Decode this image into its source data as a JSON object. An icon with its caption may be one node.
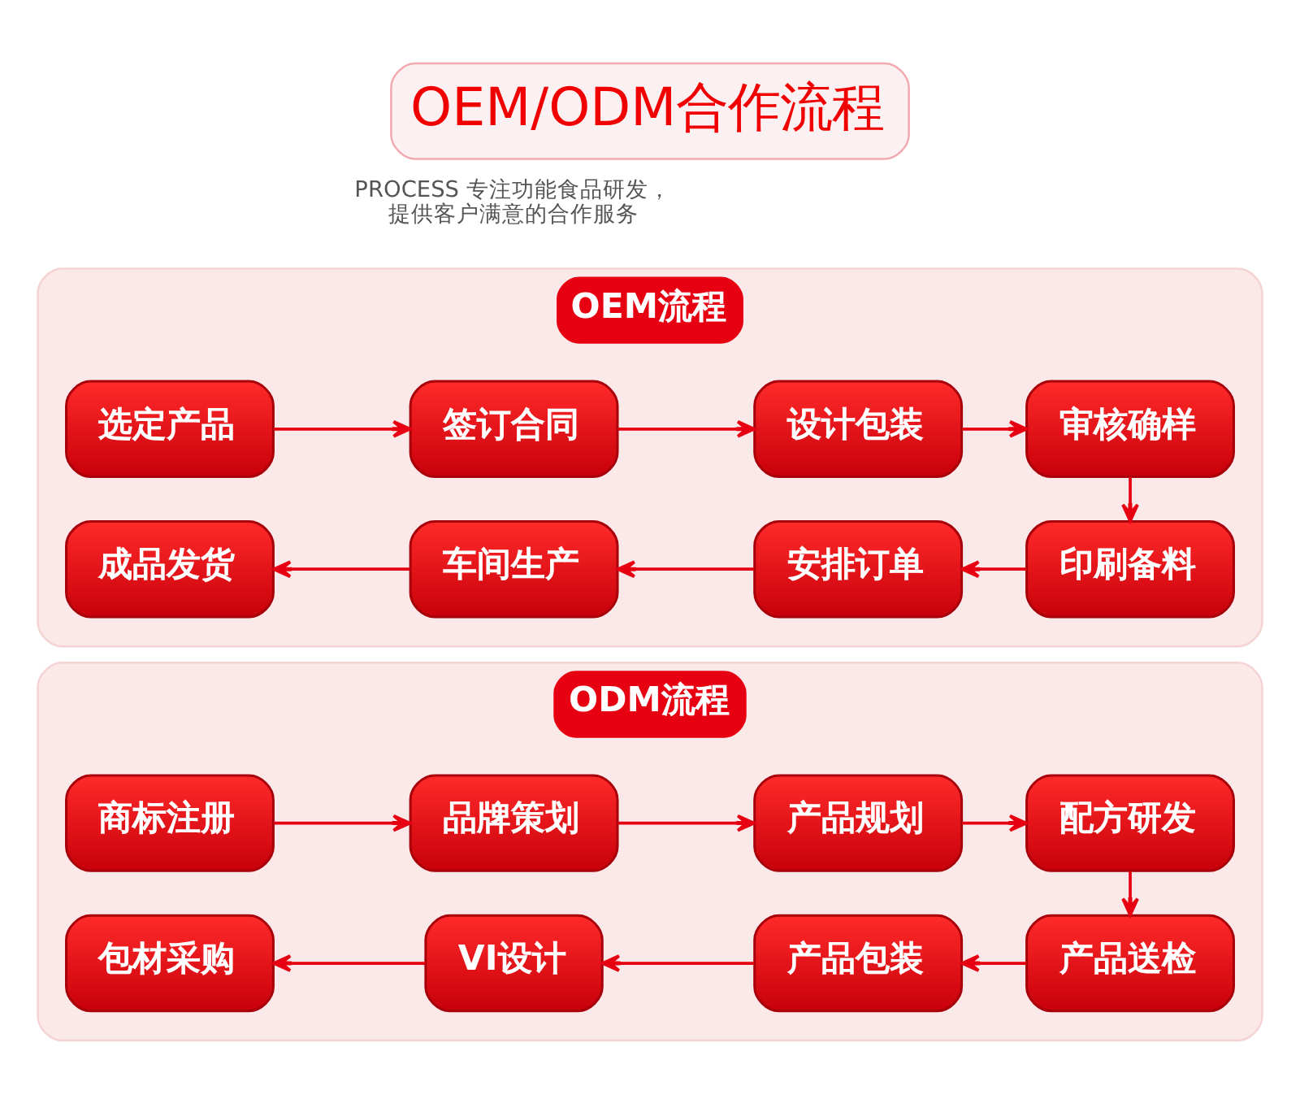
{
  "diagram": {
    "title": "OEM/ODM合作流程",
    "nodes": [
      {
        "text": [
          "OEM流程"
        ]
      },
      {
        "text": [
          "选定产品"
        ],
        "in": 0
      },
      {
        "text": [
          "签订合同"
        ],
        "in": 0
      },
      {
        "text": [
          "设计包装"
        ],
        "in": 0
      },
      {
        "text": [
          "审核确样"
        ],
        "in": 0
      },
      {
        "text": [
          "成品发货"
        ],
        "in": 0
      },
      {
        "text": [
          "车间生产"
        ],
        "in": 0
      },
      {
        "text": [
          "安排订单"
        ],
        "in": 0
      },
      {
        "text": [
          "印刷备料"
        ],
        "in": 0
      },
      {
        "text": [
          "ODM流程"
        ]
      },
      {
        "text": [
          "商标注册"
        ],
        "in": 9
      },
      {
        "text": [
          "品牌策划"
        ],
        "in": 9
      },
      {
        "text": [
          "产品规划"
        ],
        "in": 9
      },
      {
        "text": [
          "配方研发"
        ],
        "in": 9
      },
      {
        "text": [
          "包材采购"
        ],
        "in": 9
      },
      {
        "text": [
          "VI设计"
        ],
        "in": 9
      },
      {
        "text": [
          "产品包装"
        ],
        "in": 9
      },
      {
        "text": [
          "产品送检"
        ],
        "in": 9
      }
    ],
    "edges": [
      {
        "from": 1,
        "to": 2,
        "arrow": "to"
      },
      {
        "from": 2,
        "to": 3,
        "arrow": "to"
      },
      {
        "from": 3,
        "to": 4,
        "arrow": "to"
      },
      {
        "from": 4,
        "to": 8,
        "arrow": "to"
      },
      {
        "from": 8,
        "to": 7,
        "arrow": "to"
      },
      {
        "from": 7,
        "to": 6,
        "arrow": "to"
      },
      {
        "from": 6,
        "to": 5,
        "arrow": "to"
      },
      {
        "from": 10,
        "to": 11,
        "arrow": "to"
      },
      {
        "from": 11,
        "to": 12,
        "arrow": "to"
      },
      {
        "from": 12,
        "to": 13,
        "arrow": "to"
      },
      {
        "from": 13,
        "to": 17,
        "arrow": "to"
      },
      {
        "from": 17,
        "to": 16,
        "arrow": "to"
      },
      {
        "from": 16,
        "to": 15,
        "arrow": "to"
      },
      {
        "from": 15,
        "to": 14,
        "arrow": "to"
      }
    ],
    "labels": [
      "PROCESS 专注功能食品研发，提供客户满意的合作服务"
    ]
  }
}
